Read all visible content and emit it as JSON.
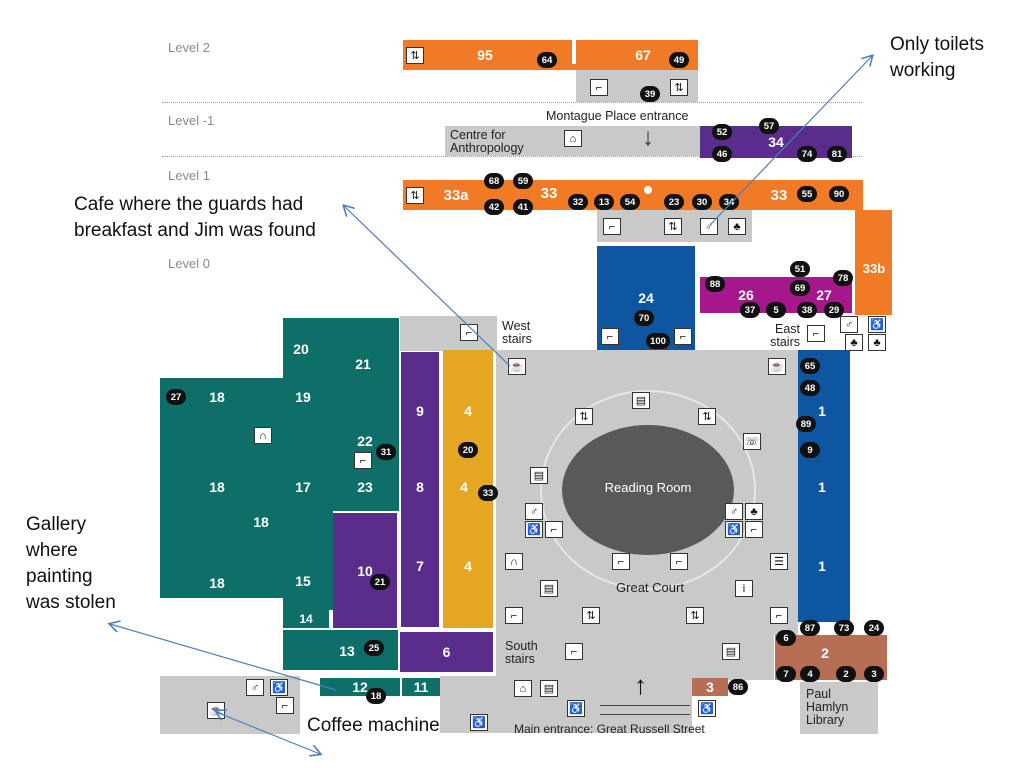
{
  "levels": {
    "l2": "Level 2",
    "lm1": "Level -1",
    "l1": "Level 1",
    "l0": "Level 0"
  },
  "level2": {
    "r95": "95",
    "r67": "67",
    "b64": "64",
    "b49": "49",
    "b39": "39"
  },
  "levelm1": {
    "entrance": "Montague Place entrance",
    "centre": "Centre for Anthropology",
    "r34": "34",
    "b52": "52",
    "b57": "57",
    "b46": "46",
    "b74": "74",
    "b81": "81"
  },
  "level1": {
    "r33a": "33a",
    "r33": "33",
    "r33b_label": "33",
    "r33b": "33b",
    "badges": [
      "68",
      "59",
      "42",
      "41",
      "32",
      "13",
      "54",
      "23",
      "30",
      "34",
      "55",
      "90"
    ]
  },
  "level0": {
    "r24": "24",
    "b70": "70",
    "b100": "100",
    "r26": "26",
    "r27": "27",
    "b88": "88",
    "b51": "51",
    "b78": "78",
    "b69": "69",
    "b37": "37",
    "b5": "5",
    "b38": "38",
    "b29": "29",
    "west_stairs": "West stairs",
    "east_stairs": "East stairs",
    "south_stairs": "South stairs",
    "reading_room": "Reading Room",
    "great_court": "Great Court",
    "main_entrance": "Main entrance: Great Russell Street",
    "library": "Paul Hamlyn Library",
    "rooms": {
      "r20": "20",
      "r21": "21",
      "r19": "19",
      "r18a": "18",
      "r18b": "18",
      "r18c": "18",
      "r18d": "18",
      "r17": "17",
      "r22": "22",
      "r23": "23",
      "r15": "15",
      "r14": "14",
      "r13": "13",
      "r12": "12",
      "r11": "11",
      "r10": "10",
      "r9": "9",
      "r8": "8",
      "r7": "7",
      "r6": "6",
      "r4a": "4",
      "r4b": "4",
      "r4c": "4",
      "r1a": "1",
      "r1b": "1",
      "r1c": "1",
      "r2": "2",
      "r3": "3"
    },
    "badges": {
      "b27": "27",
      "b31": "31",
      "b20": "20",
      "b33": "33",
      "b21": "21",
      "b25": "25",
      "b18": "18",
      "b65": "65",
      "b48": "48",
      "b89": "89",
      "b9": "9",
      "b87": "87",
      "b73": "73",
      "b24": "24",
      "b6": "6",
      "b7": "7",
      "b4": "4",
      "b2": "2",
      "b3": "3",
      "b86": "86"
    }
  },
  "annotations": {
    "only_toilets": "Only toilets working",
    "cafe": "Cafe where the guards had breakfast and Jim was found",
    "gallery": "Gallery where painting was stolen",
    "coffee": "Coffee machine"
  },
  "icons": [
    "lift-icon",
    "stairs-icon",
    "toilet-icon",
    "baby-change-icon",
    "accessible-icon",
    "cafe-icon",
    "shop-icon",
    "audio-guide-icon",
    "phone-icon",
    "info-icon",
    "cloakroom-icon",
    "arrow-down-icon",
    "arrow-up-icon"
  ],
  "colors": {
    "orange": "#f07a26",
    "teal": "#0d6f67",
    "purple": "#5a2d8c",
    "yellow": "#e4a623",
    "blue": "#0e57a0",
    "magenta": "#a5178a",
    "grey": "#c9c9c9",
    "brown": "#b66f55",
    "arrow": "#4a7fc1"
  }
}
